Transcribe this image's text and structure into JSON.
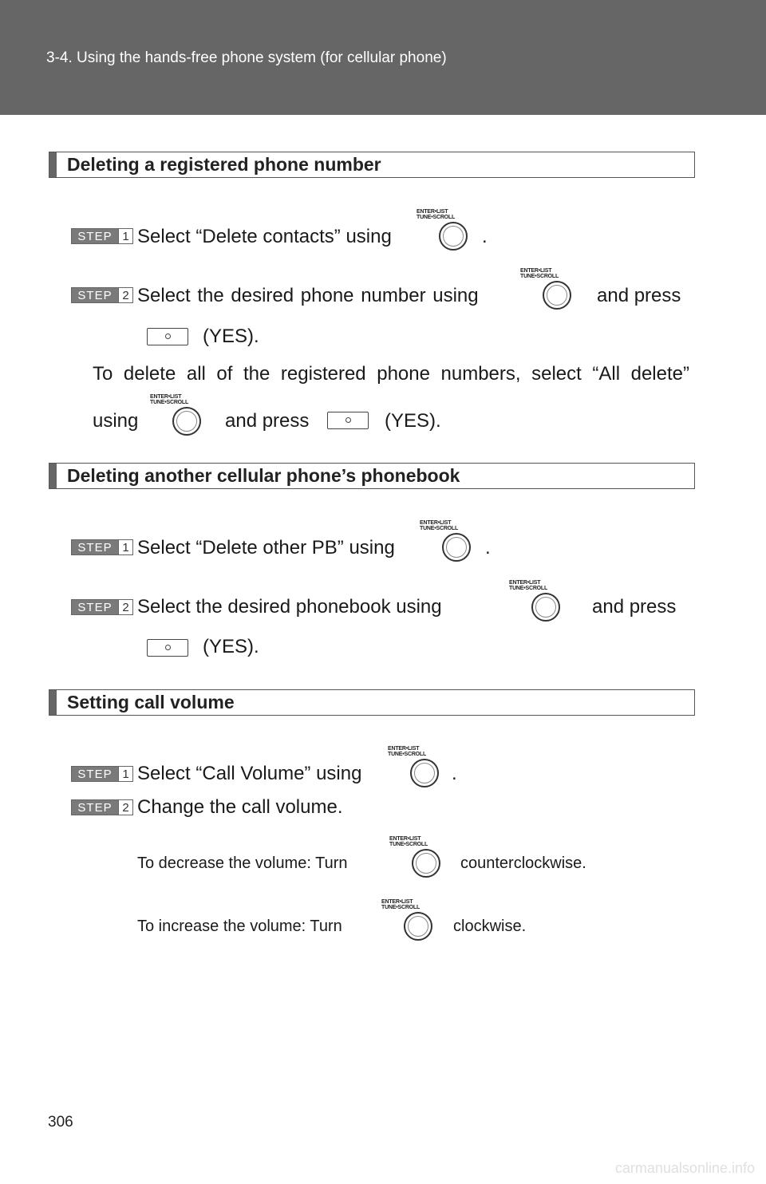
{
  "header": {
    "chapter": "3-4. Using the hands-free phone system (for cellular phone)"
  },
  "dial_caption": {
    "top": "ENTER•LIST",
    "bottom": "TUNE•SCROLL"
  },
  "section1": {
    "title": "Deleting a registered phone number",
    "step1": {
      "label": "STEP",
      "num": "1",
      "text": "Select “Delete contacts” using",
      "after": "."
    },
    "step2": {
      "label": "STEP",
      "num": "2",
      "text": "Select  the  desired  phone  number  using",
      "after": "and  press",
      "yes": "(YES)."
    },
    "note": {
      "line1": "To delete all of the registered phone numbers, select “All delete”",
      "using": "using",
      "and_press": "and press",
      "yes": "(YES)."
    }
  },
  "section2": {
    "title": "Deleting another cellular phone’s phonebook",
    "step1": {
      "label": "STEP",
      "num": "1",
      "text": "Select “Delete other PB” using",
      "after": "."
    },
    "step2": {
      "label": "STEP",
      "num": "2",
      "text": "Select   the   desired   phonebook   using",
      "after": "and   press",
      "yes": "(YES)."
    }
  },
  "section3": {
    "title": "Setting call volume",
    "step1": {
      "label": "STEP",
      "num": "1",
      "text": "Select “Call Volume” using",
      "after": "."
    },
    "step2": {
      "label": "STEP",
      "num": "2",
      "text": "Change the call volume."
    },
    "decrease": {
      "before": "To decrease the volume: Turn",
      "after": "counterclockwise."
    },
    "increase": {
      "before": "To increase the volume: Turn",
      "after": "clockwise."
    }
  },
  "page_number": "306",
  "watermark": "carmanualsonline.info"
}
